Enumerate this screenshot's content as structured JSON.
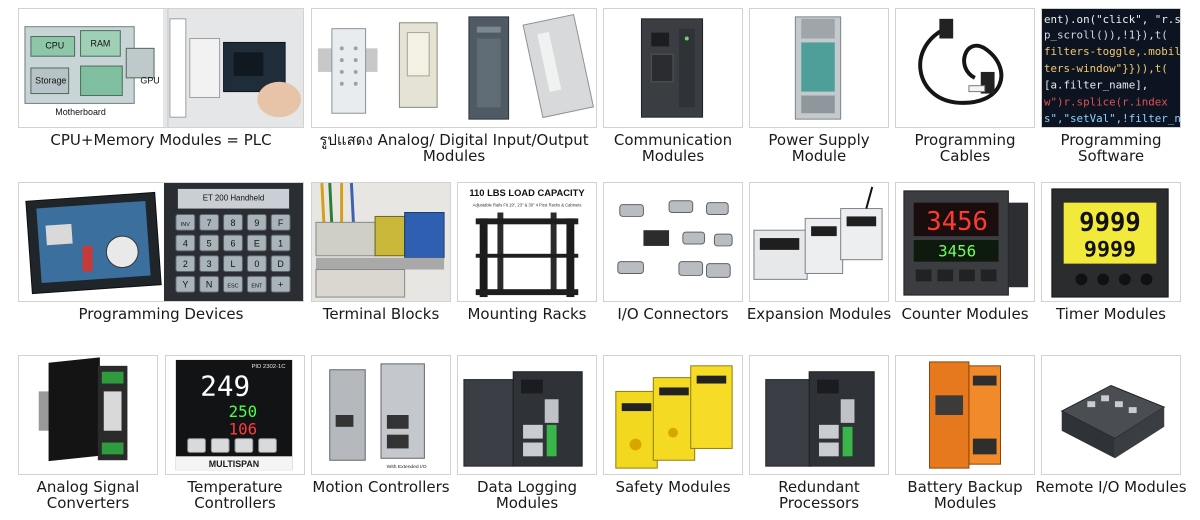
{
  "captions": {
    "cpu": "CPU+Memory Modules = PLC",
    "io": "รูปแสดง Analog/ Digital Input/Output Modules",
    "comm": "Communication Modules",
    "psu": "Power Supply Module",
    "cables": "Programming Cables",
    "software": "Programming Software",
    "devices": "Programming Devices",
    "terminal": "Terminal Blocks",
    "racks": "Mounting Racks",
    "ioconn": "I/O Connectors",
    "expansion": "Expansion Modules",
    "counter": "Counter Modules",
    "timer": "Timer Modules",
    "analogconv": "Analog Signal Converters",
    "temp": "Temperature Controllers",
    "motion": "Motion Controllers",
    "datalog": "Data Logging Modules",
    "safety": "Safety Modules",
    "redundant": "Redundant Processors",
    "battery": "Battery Backup Modules",
    "remoteio": "Remote I/O Modules"
  },
  "image_text": {
    "cpu_labels": [
      "CPU",
      "RAM",
      "Storage",
      "GPU",
      "Motherboard"
    ],
    "rack_title": "110 LBS LOAD CAPACITY",
    "rack_subtitle": "Adjustable Rails Fit 19\", 23\" & 30\" 4 Post Racks & Cabinets",
    "code_lines": [
      "ent).on(\"click\", \"r.s",
      "p_scroll()),!1}),t(",
      "filters-toggle,.mobile-filte",
      "ters-window\"}})),t(",
      "[a.filter_name],",
      "w\")r.splice(r.index",
      "s\",\"setVal\",!filter_n"
    ],
    "counter_top": "3456",
    "counter_bottom": "3456",
    "timer_top": "9999",
    "timer_bottom": "9999",
    "temp_brand": "MULTISPAN",
    "temp_model": "PID 2302-1C",
    "temp_pv": "249",
    "temp_sv1": "250",
    "temp_sv2": "106",
    "keypad_title": "ET 200 Handheld",
    "keypad_keys": [
      "INV",
      "7",
      "8",
      "9",
      "F",
      "4",
      "5",
      "6",
      "E",
      "1",
      "2",
      "3",
      "L",
      "0",
      "D",
      "Y",
      "N",
      "ESC",
      "ENT",
      "+"
    ],
    "motion_caption": "With Extended I/O"
  }
}
